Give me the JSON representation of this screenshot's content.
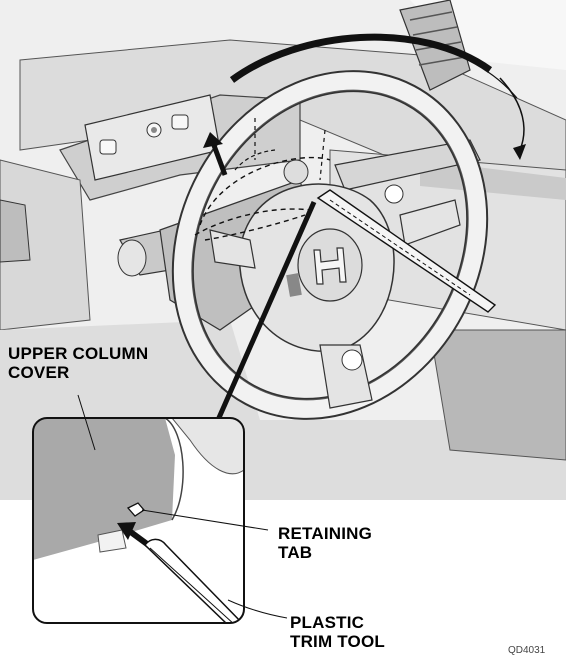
{
  "labels": {
    "upper_column_cover": [
      "UPPER COLUMN",
      "COVER"
    ],
    "retaining_tab": [
      "RETAINING",
      "TAB"
    ],
    "plastic_trim_tool": [
      "PLASTIC",
      "TRIM TOOL"
    ]
  },
  "figure_code": "QD4031",
  "colors": {
    "ink": "#000000",
    "dash_panel": "#e6e6e6",
    "shadow": "#bdbdbd",
    "cover_gray": "#a9a9a9",
    "arrow": "#111111"
  }
}
